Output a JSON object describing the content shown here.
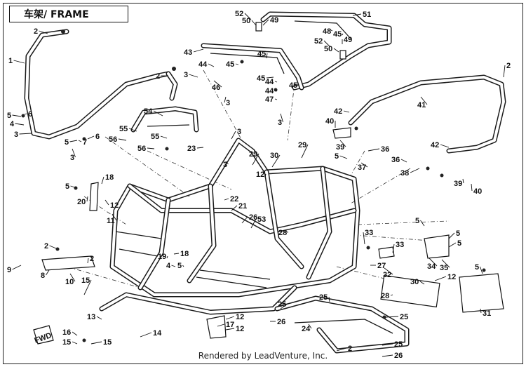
{
  "header": {
    "title": "车架/ FRAME"
  },
  "footer": {
    "credit": "Rendered by LeadVenture, Inc."
  },
  "fwd_label": "FWD",
  "callouts": [
    {
      "id": "c-52a",
      "text": "52"
    },
    {
      "id": "c-50a",
      "text": "50"
    },
    {
      "id": "c-49a",
      "text": "49"
    },
    {
      "id": "c-51",
      "text": "51"
    },
    {
      "id": "c-48",
      "text": "48"
    },
    {
      "id": "c-45a",
      "text": "45"
    },
    {
      "id": "c-49b",
      "text": "49"
    },
    {
      "id": "c-52b",
      "text": "52"
    },
    {
      "id": "c-50b",
      "text": "50"
    },
    {
      "id": "c-43",
      "text": "43"
    },
    {
      "id": "c-45b",
      "text": "45"
    },
    {
      "id": "c-44a",
      "text": "44"
    },
    {
      "id": "c-45c",
      "text": "45"
    },
    {
      "id": "c-3a",
      "text": "3"
    },
    {
      "id": "c-46",
      "text": "46"
    },
    {
      "id": "c-3b",
      "text": "3"
    },
    {
      "id": "c-45d",
      "text": "45"
    },
    {
      "id": "c-44b",
      "text": "44"
    },
    {
      "id": "c-44c",
      "text": "44"
    },
    {
      "id": "c-45e",
      "text": "45"
    },
    {
      "id": "c-47",
      "text": "47"
    },
    {
      "id": "c-3c",
      "text": "3"
    },
    {
      "id": "c-2a",
      "text": "2"
    },
    {
      "id": "c-1",
      "text": "1"
    },
    {
      "id": "c-2b",
      "text": "2"
    },
    {
      "id": "c-5a",
      "text": "5"
    },
    {
      "id": "c-6a",
      "text": "6"
    },
    {
      "id": "c-4a",
      "text": "4"
    },
    {
      "id": "c-3d",
      "text": "3"
    },
    {
      "id": "c-6b",
      "text": "6"
    },
    {
      "id": "c-7",
      "text": "7"
    },
    {
      "id": "c-5b",
      "text": "5"
    },
    {
      "id": "c-3e",
      "text": "3"
    },
    {
      "id": "c-54",
      "text": "54"
    },
    {
      "id": "c-55a",
      "text": "55"
    },
    {
      "id": "c-56a",
      "text": "56"
    },
    {
      "id": "c-55b",
      "text": "55"
    },
    {
      "id": "c-56b",
      "text": "56"
    },
    {
      "id": "c-2c",
      "text": "2"
    },
    {
      "id": "c-41",
      "text": "41"
    },
    {
      "id": "c-42a",
      "text": "42"
    },
    {
      "id": "c-40a",
      "text": "40"
    },
    {
      "id": "c-39a",
      "text": "39"
    },
    {
      "id": "c-42b",
      "text": "42"
    },
    {
      "id": "c-23",
      "text": "23"
    },
    {
      "id": "c-3f",
      "text": "3"
    },
    {
      "id": "c-3g",
      "text": "3"
    },
    {
      "id": "c-29a",
      "text": "29"
    },
    {
      "id": "c-30a",
      "text": "30"
    },
    {
      "id": "c-29b",
      "text": "29"
    },
    {
      "id": "c-12a",
      "text": "12"
    },
    {
      "id": "c-36a",
      "text": "36"
    },
    {
      "id": "c-5c",
      "text": "5"
    },
    {
      "id": "c-37",
      "text": "37"
    },
    {
      "id": "c-36b",
      "text": "36"
    },
    {
      "id": "c-38",
      "text": "38"
    },
    {
      "id": "c-39b",
      "text": "39"
    },
    {
      "id": "c-40b",
      "text": "40"
    },
    {
      "id": "c-18a",
      "text": "18"
    },
    {
      "id": "c-5d",
      "text": "5"
    },
    {
      "id": "c-20",
      "text": "20"
    },
    {
      "id": "c-12b",
      "text": "12"
    },
    {
      "id": "c-11",
      "text": "11"
    },
    {
      "id": "c-22",
      "text": "22"
    },
    {
      "id": "c-21",
      "text": "21"
    },
    {
      "id": "c-26a",
      "text": "26"
    },
    {
      "id": "c-53",
      "text": "53"
    },
    {
      "id": "c-28a",
      "text": "28"
    },
    {
      "id": "c-5e",
      "text": "5"
    },
    {
      "id": "c-5f",
      "text": "5"
    },
    {
      "id": "c-5g",
      "text": "5"
    },
    {
      "id": "c-33a",
      "text": "33"
    },
    {
      "id": "c-33b",
      "text": "33"
    },
    {
      "id": "c-2d",
      "text": "2"
    },
    {
      "id": "c-2e",
      "text": "2"
    },
    {
      "id": "c-9",
      "text": "9"
    },
    {
      "id": "c-8",
      "text": "8"
    },
    {
      "id": "c-10",
      "text": "10"
    },
    {
      "id": "c-18b",
      "text": "18"
    },
    {
      "id": "c-19",
      "text": "19"
    },
    {
      "id": "c-4b",
      "text": "4"
    },
    {
      "id": "c-5h",
      "text": "5"
    },
    {
      "id": "c-15a",
      "text": "15"
    },
    {
      "id": "c-27",
      "text": "27"
    },
    {
      "id": "c-32",
      "text": "32"
    },
    {
      "id": "c-34",
      "text": "34"
    },
    {
      "id": "c-35",
      "text": "35"
    },
    {
      "id": "c-5i",
      "text": "5"
    },
    {
      "id": "c-12c",
      "text": "12"
    },
    {
      "id": "c-30b",
      "text": "30"
    },
    {
      "id": "c-28b",
      "text": "28"
    },
    {
      "id": "c-31",
      "text": "31"
    },
    {
      "id": "c-25a",
      "text": "25"
    },
    {
      "id": "c-25b",
      "text": "25"
    },
    {
      "id": "c-26b",
      "text": "26"
    },
    {
      "id": "c-24",
      "text": "24"
    },
    {
      "id": "c-25c",
      "text": "25"
    },
    {
      "id": "c-13",
      "text": "13"
    },
    {
      "id": "c-16",
      "text": "16"
    },
    {
      "id": "c-14",
      "text": "14"
    },
    {
      "id": "c-15b",
      "text": "15"
    },
    {
      "id": "c-15c",
      "text": "15"
    },
    {
      "id": "c-17",
      "text": "17"
    },
    {
      "id": "c-12d",
      "text": "12"
    },
    {
      "id": "c-12e",
      "text": "12"
    },
    {
      "id": "c-2f",
      "text": "2"
    },
    {
      "id": "c-25d",
      "text": "25"
    },
    {
      "id": "c-26c",
      "text": "26"
    }
  ]
}
